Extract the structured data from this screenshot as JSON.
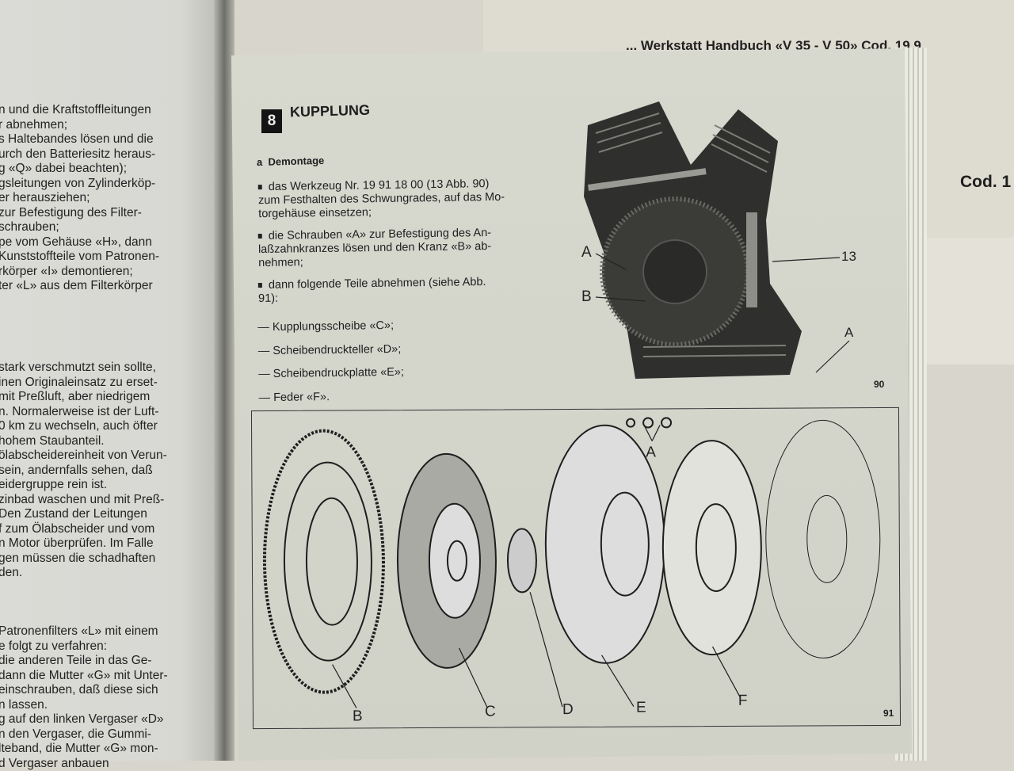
{
  "background_document": {
    "header_line": "... Werkstatt Handbuch «V 35 - V 50» Cod. 19 9",
    "code_label": "Cod. 1"
  },
  "left_page": {
    "block1": [
      "n und die Kraftstoffleitungen",
      "r abnehmen;",
      "s Haltebandes lösen und die",
      "urch den Batteriesitz heraus-",
      "g «Q» dabei beachten);",
      "gsleitungen von Zylinderköp-",
      "er herausziehen;",
      " zur Befestigung des Filter-",
      "schrauben;",
      "pe vom Gehäuse «H», dann",
      "Kunststoffteile vom Patronen-",
      "rkörper «I» demontieren;",
      "ter «L» aus dem Filterkörper"
    ],
    "block2": [
      " stark verschmutzt sein sollte,",
      "inen Originaleinsatz zu erset-",
      " mit Preßluft, aber niedrigem",
      "n. Normalerweise ist der Luft-",
      "0 km zu wechseln, auch öfter",
      "hohem Staubanteil.",
      "ölabscheidereinheit von Verun-",
      "sein, andernfalls sehen, daß",
      "eidergruppe rein ist.",
      "zinbad waschen und mit Preß-",
      " Den Zustand der Leitungen",
      "f zum Ölabscheider und vom",
      "n Motor überprüfen. Im Falle",
      "gen müssen die schadhaften",
      "den."
    ],
    "block3": [
      " Patronenfilters «L» mit einem",
      "e folgt zu verfahren:",
      " die anderen Teile in das Ge-",
      "dann die Mutter «G» mit Unter-",
      " einschrauben, daß diese sich",
      "n lassen.",
      "g auf den linken Vergaser «D»",
      "n den Vergaser, die Gummi-",
      "lteband, die Mutter «G» mon-",
      "d Vergaser anbauen"
    ]
  },
  "right_page": {
    "section_number": "8",
    "section_title": "KUPPLUNG",
    "subsection_letter": "a",
    "subsection_title": "Demontage",
    "bullets": [
      [
        "das Werkzeug Nr. 19 91 18 00 (13 Abb. 90)",
        "zum Festhalten des Schwungrades, auf das Mo-",
        "torgehäuse einsetzen;"
      ],
      [
        "die Schrauben «A» zur Befestigung des An-",
        "laßzahnkranzes lösen und den Kranz «B» ab-",
        "nehmen;"
      ],
      [
        "dann folgende Teile abnehmen (siehe Abb.",
        "91):"
      ]
    ],
    "parts_list": [
      "— Kupplungsscheibe «C»;",
      "— Scheibendruckteller «D»;",
      "— Scheibendruckplatte «E»;",
      "— Feder «F»."
    ],
    "figure90": {
      "number": "90",
      "labels": {
        "a1": "A",
        "b": "B",
        "tool": "13",
        "a2": "A"
      }
    },
    "figure91": {
      "number": "91",
      "labels": [
        "A",
        "B",
        "C",
        "D",
        "E",
        "F"
      ]
    }
  }
}
